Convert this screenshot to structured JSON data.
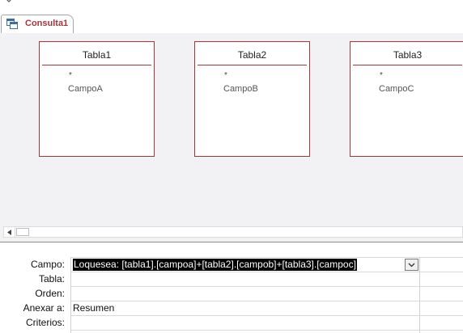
{
  "tab": {
    "label": "Consulta1",
    "icon": "query-icon"
  },
  "tables": [
    {
      "title": "Tabla1",
      "star": "*",
      "field": "CampoA"
    },
    {
      "title": "Tabla2",
      "star": "*",
      "field": "CampoB"
    },
    {
      "title": "Tabla3",
      "star": "*",
      "field": "CampoC"
    }
  ],
  "grid": {
    "row_labels": [
      "Campo:",
      "Tabla:",
      "Orden:",
      "Anexar a:",
      "Criterios:"
    ],
    "campo_value": "Loquesea: [tabla1].[campoa]+[tabla2].[campob]+[tabla3].[campoc]",
    "anexar_value": "Resumen"
  },
  "colors": {
    "accent": "#a4373a",
    "design_bg": "#f2f2f5"
  }
}
